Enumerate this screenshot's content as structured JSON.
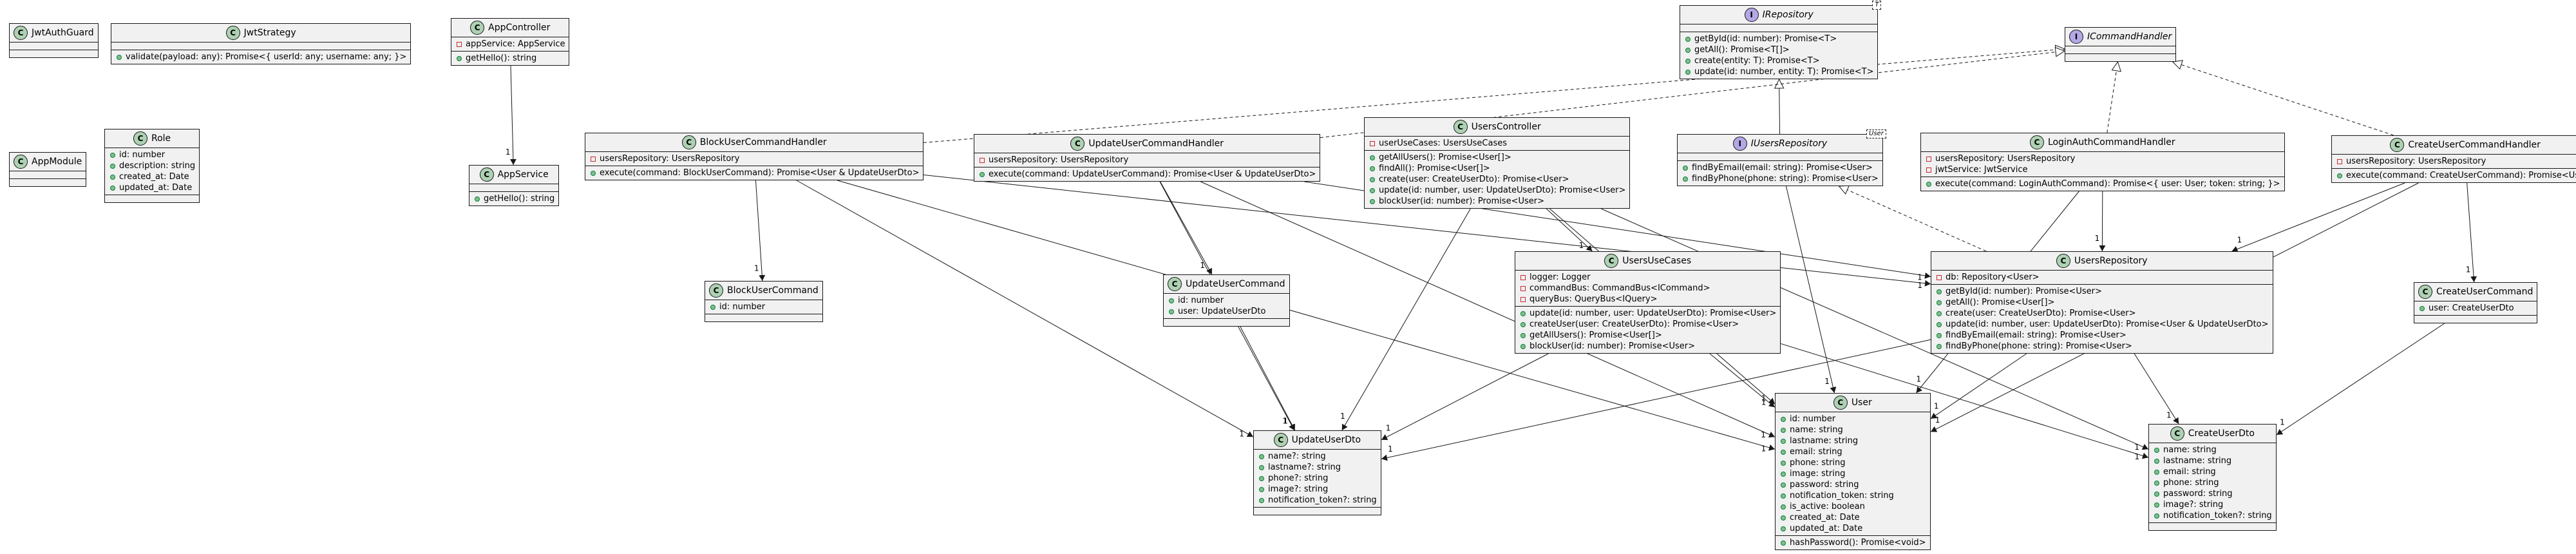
{
  "classes": {
    "jwtauthguard": {
      "kind": "class",
      "name": "JwtAuthGuard",
      "fields": [],
      "methods": []
    },
    "appmodule": {
      "kind": "class",
      "name": "AppModule",
      "fields": [],
      "methods": []
    },
    "jwtstrategy": {
      "kind": "class",
      "name": "JwtStrategy",
      "fields": [],
      "methods": [
        {
          "vis": "+",
          "text": "validate(payload: any): Promise<{ userId: any; username: any; }>"
        }
      ]
    },
    "role": {
      "kind": "class",
      "name": "Role",
      "fields": [
        {
          "vis": "+",
          "text": "id: number"
        },
        {
          "vis": "+",
          "text": "description: string"
        },
        {
          "vis": "+",
          "text": "created_at: Date"
        },
        {
          "vis": "+",
          "text": "updated_at: Date"
        }
      ],
      "methods": []
    },
    "appcontroller": {
      "kind": "class",
      "name": "AppController",
      "fields": [
        {
          "vis": "-",
          "text": "appService: AppService"
        }
      ],
      "methods": [
        {
          "vis": "+",
          "text": "getHello(): string"
        }
      ]
    },
    "appservice": {
      "kind": "class",
      "name": "AppService",
      "fields": [],
      "methods": [
        {
          "vis": "+",
          "text": "getHello(): string"
        }
      ]
    },
    "irepository": {
      "kind": "interface",
      "name": "IRepository",
      "tparam": "T",
      "fields": [],
      "methods": [
        {
          "vis": "+",
          "text": "getById(id: number): Promise<T>"
        },
        {
          "vis": "+",
          "text": "getAll(): Promise<T[]>"
        },
        {
          "vis": "+",
          "text": "create(entity: T): Promise<T>"
        },
        {
          "vis": "+",
          "text": "update(id: number, entity: T): Promise<T>"
        }
      ]
    },
    "icommandhandler": {
      "kind": "interface",
      "name": "ICommandHandler",
      "fields": [],
      "methods": []
    },
    "blockuserhandler": {
      "kind": "class",
      "name": "BlockUserCommandHandler",
      "fields": [
        {
          "vis": "-",
          "text": "usersRepository: UsersRepository"
        }
      ],
      "methods": [
        {
          "vis": "+",
          "text": "execute(command: BlockUserCommand): Promise<User & UpdateUserDto>"
        }
      ]
    },
    "updateuserhandler": {
      "kind": "class",
      "name": "UpdateUserCommandHandler",
      "fields": [
        {
          "vis": "-",
          "text": "usersRepository: UsersRepository"
        }
      ],
      "methods": [
        {
          "vis": "+",
          "text": "execute(command: UpdateUserCommand): Promise<User & UpdateUserDto>"
        }
      ]
    },
    "userscontroller": {
      "kind": "class",
      "name": "UsersController",
      "fields": [
        {
          "vis": "-",
          "text": "userUseCases: UsersUseCases"
        }
      ],
      "methods": [
        {
          "vis": "+",
          "text": "getAllUsers(): Promise<User[]>"
        },
        {
          "vis": "+",
          "text": "findAll(): Promise<User[]>"
        },
        {
          "vis": "+",
          "text": "create(user: CreateUserDto): Promise<User>"
        },
        {
          "vis": "+",
          "text": "update(id: number, user: UpdateUserDto): Promise<User>"
        },
        {
          "vis": "+",
          "text": "blockUser(id: number): Promise<User>"
        }
      ]
    },
    "iusersrepository": {
      "kind": "interface",
      "name": "IUsersRepository",
      "tparam": "User",
      "fields": [],
      "methods": [
        {
          "vis": "+",
          "text": "findByEmail(email: string): Promise<User>"
        },
        {
          "vis": "+",
          "text": "findByPhone(phone: string): Promise<User>"
        }
      ]
    },
    "loginauthhandler": {
      "kind": "class",
      "name": "LoginAuthCommandHandler",
      "fields": [
        {
          "vis": "-",
          "text": "usersRepository: UsersRepository"
        },
        {
          "vis": "-",
          "text": "jwtService: JwtService"
        }
      ],
      "methods": [
        {
          "vis": "+",
          "text": "execute(command: LoginAuthCommand): Promise<{ user: User; token: string; }>"
        }
      ]
    },
    "createuserhandler": {
      "kind": "class",
      "name": "CreateUserCommandHandler",
      "fields": [
        {
          "vis": "-",
          "text": "usersRepository: UsersRepository"
        }
      ],
      "methods": [
        {
          "vis": "+",
          "text": "execute(command: CreateUserCommand): Promise<User>"
        }
      ]
    },
    "blockusercommand": {
      "kind": "class",
      "name": "BlockUserCommand",
      "fields": [
        {
          "vis": "+",
          "text": "id: number"
        }
      ],
      "methods": []
    },
    "updateusercommand": {
      "kind": "class",
      "name": "UpdateUserCommand",
      "fields": [
        {
          "vis": "+",
          "text": "id: number"
        },
        {
          "vis": "+",
          "text": "user: UpdateUserDto"
        }
      ],
      "methods": []
    },
    "usersusecases": {
      "kind": "class",
      "name": "UsersUseCases",
      "fields": [
        {
          "vis": "-",
          "text": "logger: Logger"
        },
        {
          "vis": "-",
          "text": "commandBus: CommandBus<ICommand>"
        },
        {
          "vis": "-",
          "text": "queryBus: QueryBus<IQuery>"
        }
      ],
      "methods": [
        {
          "vis": "+",
          "text": "update(id: number, user: UpdateUserDto): Promise<User>"
        },
        {
          "vis": "+",
          "text": "createUser(user: CreateUserDto): Promise<User>"
        },
        {
          "vis": "+",
          "text": "getAllUsers(): Promise<User[]>"
        },
        {
          "vis": "+",
          "text": "blockUser(id: number): Promise<User>"
        }
      ]
    },
    "usersrepository": {
      "kind": "class",
      "name": "UsersRepository",
      "fields": [
        {
          "vis": "-",
          "text": "db: Repository<User>"
        }
      ],
      "methods": [
        {
          "vis": "+",
          "text": "getById(id: number): Promise<User>"
        },
        {
          "vis": "+",
          "text": "getAll(): Promise<User[]>"
        },
        {
          "vis": "+",
          "text": "create(user: CreateUserDto): Promise<User>"
        },
        {
          "vis": "+",
          "text": "update(id: number, user: UpdateUserDto): Promise<User & UpdateUserDto>"
        },
        {
          "vis": "+",
          "text": "findByEmail(email: string): Promise<User>"
        },
        {
          "vis": "+",
          "text": "findByPhone(phone: string): Promise<User>"
        }
      ]
    },
    "createusercommand": {
      "kind": "class",
      "name": "CreateUserCommand",
      "fields": [
        {
          "vis": "+",
          "text": "user: CreateUserDto"
        }
      ],
      "methods": []
    },
    "updateuserdto": {
      "kind": "class",
      "name": "UpdateUserDto",
      "fields": [
        {
          "vis": "+",
          "text": "name?: string"
        },
        {
          "vis": "+",
          "text": "lastname?: string"
        },
        {
          "vis": "+",
          "text": "phone?: string"
        },
        {
          "vis": "+",
          "text": "image?: string"
        },
        {
          "vis": "+",
          "text": "notification_token?: string"
        }
      ],
      "methods": []
    },
    "user": {
      "kind": "class",
      "name": "User",
      "fields": [
        {
          "vis": "+",
          "text": "id: number"
        },
        {
          "vis": "+",
          "text": "name: string"
        },
        {
          "vis": "+",
          "text": "lastname: string"
        },
        {
          "vis": "+",
          "text": "email: string"
        },
        {
          "vis": "+",
          "text": "phone: string"
        },
        {
          "vis": "+",
          "text": "image: string"
        },
        {
          "vis": "+",
          "text": "password: string"
        },
        {
          "vis": "+",
          "text": "notification_token: string"
        },
        {
          "vis": "+",
          "text": "is_active: boolean"
        },
        {
          "vis": "+",
          "text": "created_at: Date"
        },
        {
          "vis": "+",
          "text": "updated_at: Date"
        }
      ],
      "methods": [
        {
          "vis": "+",
          "text": "hashPassword(): Promise<void>"
        }
      ]
    },
    "createuserdto": {
      "kind": "class",
      "name": "CreateUserDto",
      "fields": [
        {
          "vis": "+",
          "text": "name: string"
        },
        {
          "vis": "+",
          "text": "lastname: string"
        },
        {
          "vis": "+",
          "text": "email: string"
        },
        {
          "vis": "+",
          "text": "phone: string"
        },
        {
          "vis": "+",
          "text": "password: string"
        },
        {
          "vis": "+",
          "text": "image?: string"
        },
        {
          "vis": "+",
          "text": "notification_token?: string"
        }
      ],
      "methods": []
    }
  },
  "edges": [
    {
      "from": "appcontroller",
      "to": "appservice",
      "kind": "assoc",
      "mult": "1"
    },
    {
      "from": "iusersrepository",
      "to": "irepository",
      "kind": "extends"
    },
    {
      "from": "blockuserhandler",
      "to": "icommandhandler",
      "kind": "realizes"
    },
    {
      "from": "updateuserhandler",
      "to": "icommandhandler",
      "kind": "realizes"
    },
    {
      "from": "loginauthhandler",
      "to": "icommandhandler",
      "kind": "realizes"
    },
    {
      "from": "createuserhandler",
      "to": "icommandhandler",
      "kind": "realizes"
    },
    {
      "from": "usersrepository",
      "to": "iusersrepository",
      "kind": "realizes"
    },
    {
      "from": "blockuserhandler",
      "to": "blockusercommand",
      "kind": "assoc",
      "mult": "1"
    },
    {
      "from": "blockuserhandler",
      "to": "usersrepository",
      "kind": "assoc",
      "mult": "1"
    },
    {
      "from": "blockuserhandler",
      "to": "updateuserdto",
      "kind": "assoc",
      "mult": "1"
    },
    {
      "from": "blockuserhandler",
      "to": "user",
      "kind": "assoc",
      "mult": "1"
    },
    {
      "from": "updateuserhandler",
      "to": "updateusercommand",
      "kind": "assoc",
      "mult": "1"
    },
    {
      "from": "updateuserhandler",
      "to": "usersrepository",
      "kind": "assoc",
      "mult": "1"
    },
    {
      "from": "updateuserhandler",
      "to": "updateuserdto",
      "kind": "assoc",
      "mult": "1"
    },
    {
      "from": "updateuserhandler",
      "to": "user",
      "kind": "assoc",
      "mult": "1"
    },
    {
      "from": "updateusercommand",
      "to": "updateuserdto",
      "kind": "assoc",
      "mult": "1"
    },
    {
      "from": "userscontroller",
      "to": "usersusecases",
      "kind": "assoc",
      "mult": "1"
    },
    {
      "from": "userscontroller",
      "to": "updateuserdto",
      "kind": "assoc",
      "mult": "1"
    },
    {
      "from": "userscontroller",
      "to": "user",
      "kind": "assoc",
      "mult": "1"
    },
    {
      "from": "userscontroller",
      "to": "createuserdto",
      "kind": "assoc",
      "mult": "1"
    },
    {
      "from": "usersusecases",
      "to": "updateuserdto",
      "kind": "assoc",
      "mult": "1"
    },
    {
      "from": "usersusecases",
      "to": "user",
      "kind": "assoc",
      "mult": "1"
    },
    {
      "from": "usersusecases",
      "to": "createuserdto",
      "kind": "assoc",
      "mult": "1"
    },
    {
      "from": "iusersrepository",
      "to": "user",
      "kind": "assoc",
      "mult": "1"
    },
    {
      "from": "loginauthhandler",
      "to": "usersrepository",
      "kind": "assoc",
      "mult": "1"
    },
    {
      "from": "loginauthhandler",
      "to": "user",
      "kind": "assoc",
      "mult": "1"
    },
    {
      "from": "createuserhandler",
      "to": "usersrepository",
      "kind": "assoc",
      "mult": "1"
    },
    {
      "from": "createuserhandler",
      "to": "createusercommand",
      "kind": "assoc",
      "mult": "1"
    },
    {
      "from": "createuserhandler",
      "to": "user",
      "kind": "assoc",
      "mult": "1"
    },
    {
      "from": "createusercommand",
      "to": "createuserdto",
      "kind": "assoc",
      "mult": "1"
    },
    {
      "from": "usersrepository",
      "to": "user",
      "kind": "assoc",
      "mult": "1"
    },
    {
      "from": "usersrepository",
      "to": "updateuserdto",
      "kind": "assoc",
      "mult": "1"
    },
    {
      "from": "usersrepository",
      "to": "createuserdto",
      "kind": "assoc",
      "mult": "1"
    }
  ],
  "colors": {
    "line": "#181818",
    "box": "#f1f1f1",
    "class_badge": "#add1b2",
    "interface_badge": "#b4a7e5"
  }
}
